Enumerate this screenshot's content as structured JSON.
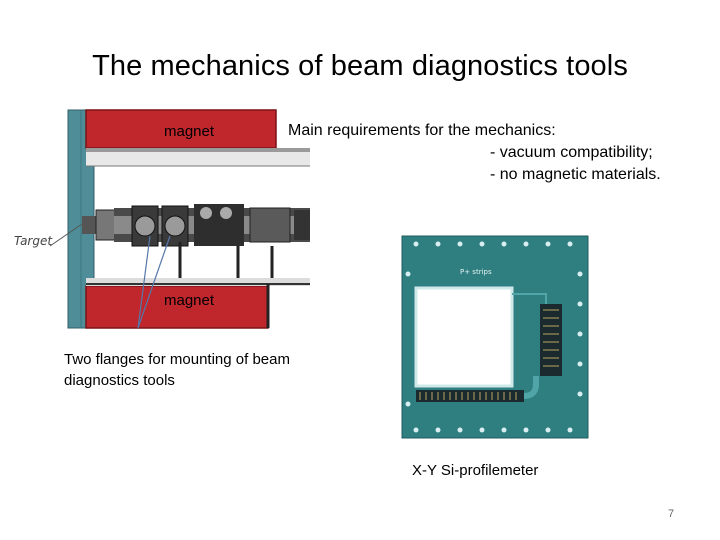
{
  "slide": {
    "title": "The mechanics of beam diagnostics tools",
    "requirements": {
      "heading": "Main requirements for the mechanics:",
      "items": [
        "- vacuum compatibility;",
        "- no magnetic materials."
      ]
    },
    "figure_left": {
      "magnet_top_label": "magnet",
      "magnet_bottom_label": "magnet",
      "target_label": "Target",
      "caption": "Two flanges for mounting of beam diagnostics tools"
    },
    "figure_right": {
      "strip_label": "P+ strips",
      "caption": "X-Y Si-profilemeter"
    },
    "page_number": "7"
  },
  "colors": {
    "magnet_red": "#c0272d",
    "pillar_teal": "#4f8e98",
    "pcb_green": "#2f7e80",
    "annotation_line": "#5577aa"
  }
}
